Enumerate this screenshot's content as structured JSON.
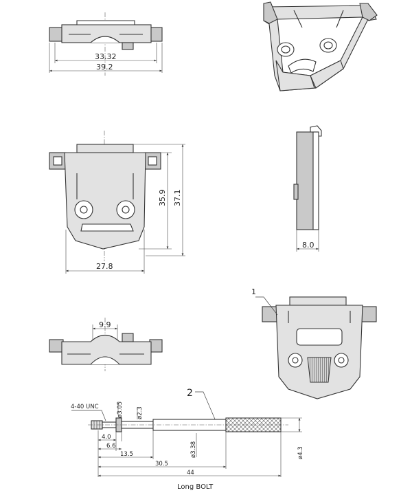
{
  "top_view": {
    "dims": [
      "33.32",
      "39.2"
    ]
  },
  "front_view": {
    "dims": [
      "27.8",
      "35.9",
      "37.1"
    ]
  },
  "side_view": {
    "dims": [
      "8.0"
    ]
  },
  "bottom_view": {
    "dims": [
      "9.9"
    ]
  },
  "assembly_view": {
    "part_label": "1"
  },
  "bolt": {
    "part_label": "2",
    "thread_label": "4-40 UNC",
    "diameter_labels": [
      "ø3.05",
      "ø2.3",
      "ø3.38",
      "ø4.3"
    ],
    "length_dims": [
      "4.0",
      "6.6",
      "13.5",
      "30.5",
      "44"
    ],
    "caption": "Long BOLT"
  }
}
